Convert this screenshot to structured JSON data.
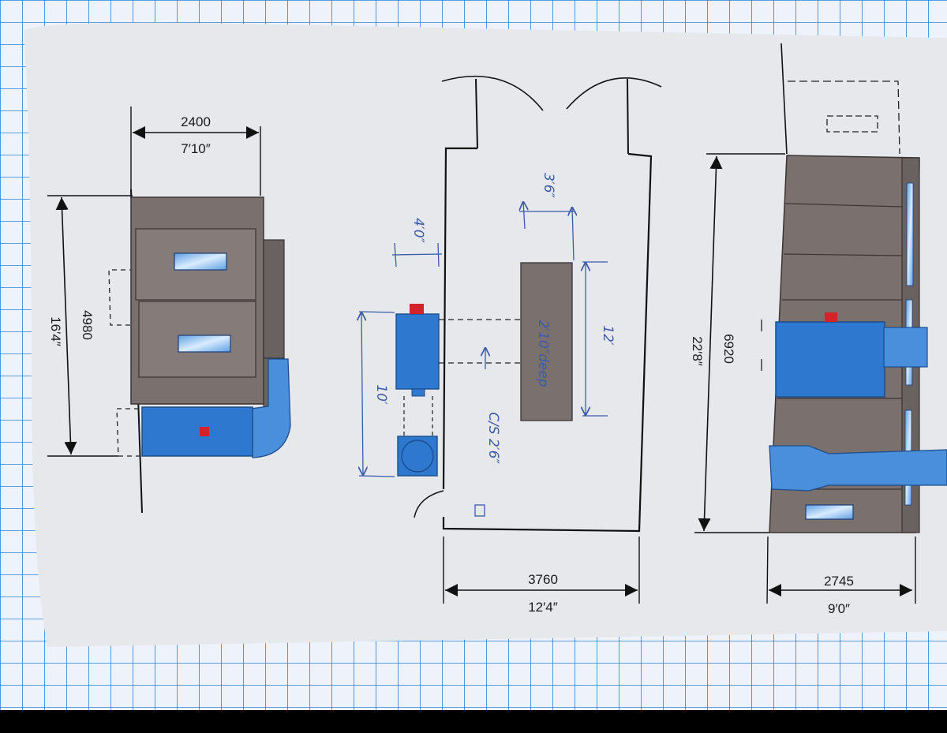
{
  "unit_a": {
    "width_mm": "2400",
    "width_ft": "7′10″",
    "length_mm": "4980",
    "length_ft": "16′4″"
  },
  "plan": {
    "width_mm": "3760",
    "width_ft": "12′4″",
    "annotations": {
      "dist_top": "3′6″",
      "dist_side": "4′0″",
      "length_table": "12′",
      "length_unit": "10′",
      "table_note": "2′10″deep",
      "clearance_note": "C/S 2′6″"
    }
  },
  "unit_b": {
    "length_mm": "6920",
    "length_ft": "22′8″",
    "width_mm": "2745",
    "width_ft": "9′0″"
  },
  "colors": {
    "paper": "#e8eaee",
    "grid": "#2b7fd6",
    "cabinet_gray": "#7a716f",
    "blue_unit": "#2e78cf",
    "duct_blue": "#4a8fdb",
    "red_marker": "#d2232a",
    "pen_ink": "#3d5aa8"
  }
}
